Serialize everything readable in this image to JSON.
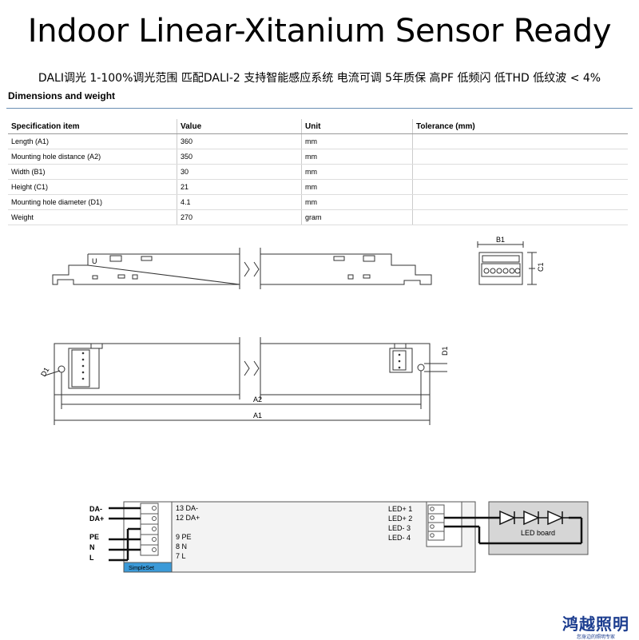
{
  "title": "Indoor Linear-Xitanium Sensor Ready",
  "subtitle": "DALI调光 1-100%调光范围 匹配DALI-2 支持智能感应系统 电流可调 5年质保 高PF 低频闪 低THD 低纹波 < 4%",
  "section_title": "Dimensions and weight",
  "table": {
    "headers": [
      "Specification item",
      "Value",
      "Unit",
      "Tolerance (mm)"
    ],
    "rows": [
      {
        "item": "Length (A1)",
        "value": "360",
        "unit": "mm",
        "tol": ""
      },
      {
        "item": "Mounting hole distance (A2)",
        "value": "350",
        "unit": "mm",
        "tol": ""
      },
      {
        "item": "Width (B1)",
        "value": "30",
        "unit": "mm",
        "tol": ""
      },
      {
        "item": "Height (C1)",
        "value": "21",
        "unit": "mm",
        "tol": ""
      },
      {
        "item": "Mounting hole diameter (D1)",
        "value": "4.1",
        "unit": "mm",
        "tol": ""
      },
      {
        "item": "Weight",
        "value": "270",
        "unit": "gram",
        "tol": ""
      }
    ]
  },
  "drawing": {
    "b1": "B1",
    "c1": "C1",
    "d1": "D1",
    "a2": "A2",
    "a1": "A1"
  },
  "wiring": {
    "left_terms": [
      "DA-",
      "DA+",
      "PE",
      "N",
      "L"
    ],
    "pin_labels": [
      "13 DA-",
      "12 DA+",
      "9  PE",
      "8  N",
      "7  L"
    ],
    "brand_tag": "SimpleSet",
    "led_labels": [
      "LED+ 1",
      "LED+ 2",
      "LED- 3",
      "LED- 4"
    ],
    "led_board": "LED board"
  },
  "brand": {
    "name": "鸿越照明",
    "slogan": "您身边的照明专家"
  }
}
